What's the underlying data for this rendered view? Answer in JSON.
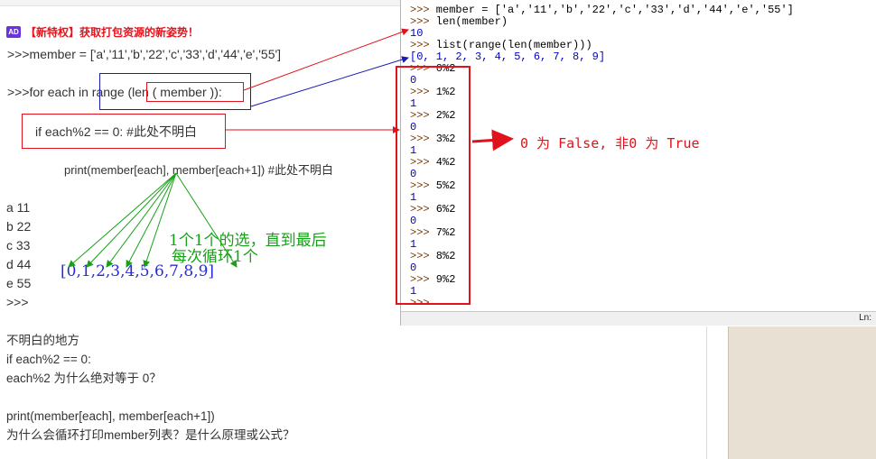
{
  "ad": {
    "badge": "AD",
    "text": "【新特权】获取打包资源的新姿势！"
  },
  "post": {
    "member_line": " >>>member = ['a','11','b','22','c','33','d','44','e','55']",
    "for_prefix": ">>>for each in ",
    "for_range_open": "range (",
    "for_len": "len ( member )",
    "for_close": "):",
    "if_line": "if each%2 == 0:  #此处不明白",
    "print_line": "print(member[each], member[each+1])  #此处不明白",
    "outputs": [
      "a 11",
      "b 22",
      "c 33",
      "d 44",
      "e 55",
      ">>>"
    ],
    "question_title": "不明白的地方",
    "q1_code": "if each%2 == 0:",
    "q1_text": "each%2 为什么绝对等于 0？",
    "q2_code": "print(member[each], member[each+1])",
    "q2_text": "为什么会循环打印member列表？是什么原理或公式？"
  },
  "annotations": {
    "index_list": "[0,1,2,3,4,5,6,7,8,9]",
    "one_by_one": "1个1个的选，直到最后",
    "each_loop": "每次循环1个",
    "false_true_note": "0 为 False, 非0 为 True"
  },
  "shell": {
    "lines": [
      {
        "p": ">>>",
        "t": "",
        "c": "black"
      },
      {
        "p": ">>>",
        "t": " member = ['a','11','b','22','c','33','d','44','e','55']",
        "c": "black"
      },
      {
        "p": ">>>",
        "t": " len(member)",
        "c": "black"
      },
      {
        "p": "",
        "t": "10",
        "c": "blue"
      },
      {
        "p": ">>>",
        "t": " list(range(len(member)))",
        "c": "black"
      },
      {
        "p": "",
        "t": "[0, 1, 2, 3, 4, 5, 6, 7, 8, 9]",
        "c": "blue"
      },
      {
        "p": ">>>",
        "t": " 0%2",
        "c": "black"
      },
      {
        "p": "",
        "t": "0",
        "c": "blue"
      },
      {
        "p": ">>>",
        "t": " 1%2",
        "c": "black"
      },
      {
        "p": "",
        "t": "1",
        "c": "blue"
      },
      {
        "p": ">>>",
        "t": " 2%2",
        "c": "black"
      },
      {
        "p": "",
        "t": "0",
        "c": "blue"
      },
      {
        "p": ">>>",
        "t": " 3%2",
        "c": "black"
      },
      {
        "p": "",
        "t": "1",
        "c": "blue"
      },
      {
        "p": ">>>",
        "t": " 4%2",
        "c": "black"
      },
      {
        "p": "",
        "t": "0",
        "c": "blue"
      },
      {
        "p": ">>>",
        "t": " 5%2",
        "c": "black"
      },
      {
        "p": "",
        "t": "1",
        "c": "blue"
      },
      {
        "p": ">>>",
        "t": " 6%2",
        "c": "black"
      },
      {
        "p": "",
        "t": "0",
        "c": "blue"
      },
      {
        "p": ">>>",
        "t": " 7%2",
        "c": "black"
      },
      {
        "p": "",
        "t": "1",
        "c": "blue"
      },
      {
        "p": ">>>",
        "t": " 8%2",
        "c": "black"
      },
      {
        "p": "",
        "t": "0",
        "c": "blue"
      },
      {
        "p": ">>>",
        "t": " 9%2",
        "c": "black"
      },
      {
        "p": "",
        "t": "1",
        "c": "blue"
      },
      {
        "p": ">>>",
        "t": "",
        "c": "black"
      }
    ],
    "status": "Ln:"
  },
  "colors": {
    "prompt": "#7a3a00",
    "output": "#0000cc",
    "code": "#000000",
    "annotation_red": "#e0131c",
    "annotation_green": "#17a117",
    "annotation_blue": "#1a1ab4"
  }
}
